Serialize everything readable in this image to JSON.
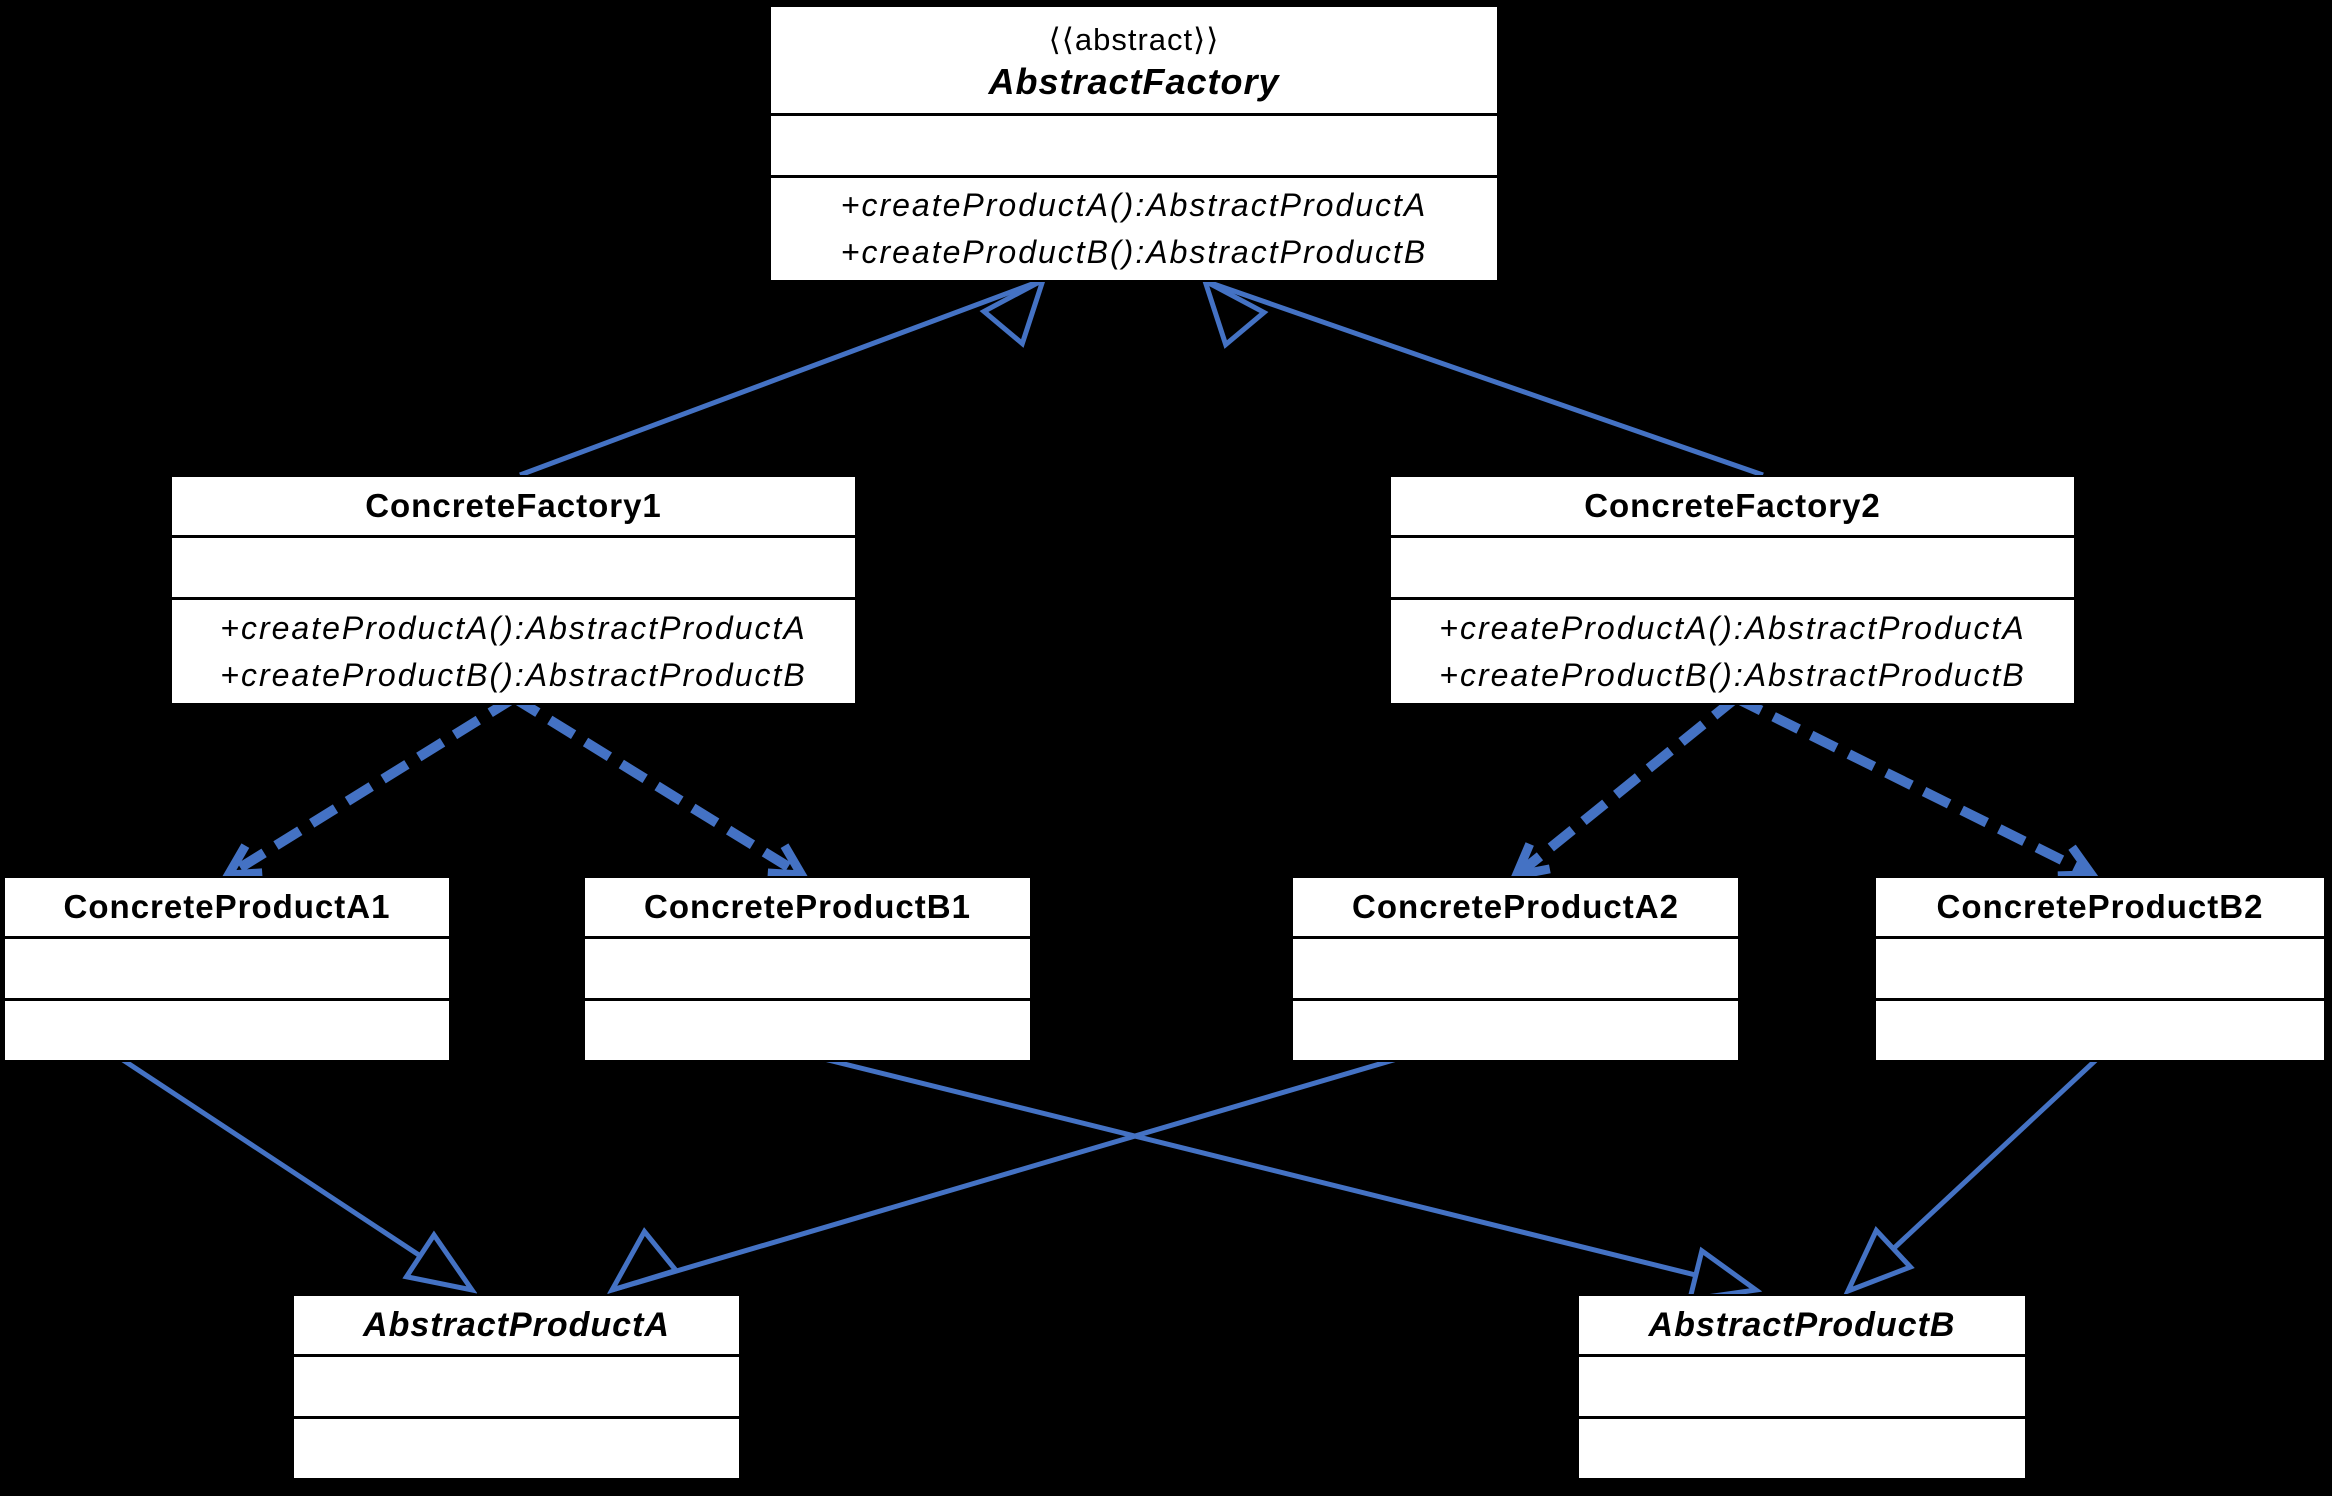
{
  "diagram": {
    "pattern_name": "Abstract Factory",
    "colors": {
      "background": "#000000",
      "arrow": "#4472C4",
      "box_fill": "#FFFFFF",
      "box_border": "#000000",
      "text": "#000000"
    }
  },
  "classes": [
    {
      "key": "abstract-factory",
      "stereotype": "⟨⟨abstract⟩⟩",
      "name": "AbstractFactory",
      "methods": [
        "+createProductA():AbstractProductA",
        "+createProductB():AbstractProductB"
      ]
    },
    {
      "key": "concrete-factory-1",
      "name": "ConcreteFactory1",
      "methods": [
        "+createProductA():AbstractProductA",
        "+createProductB():AbstractProductB"
      ]
    },
    {
      "key": "concrete-factory-2",
      "name": "ConcreteFactory2",
      "methods": [
        "+createProductA():AbstractProductA",
        "+createProductB():AbstractProductB"
      ]
    },
    {
      "key": "concrete-product-a1",
      "name": "ConcreteProductA1",
      "methods": []
    },
    {
      "key": "concrete-product-b1",
      "name": "ConcreteProductB1",
      "methods": []
    },
    {
      "key": "concrete-product-a2",
      "name": "ConcreteProductA2",
      "methods": []
    },
    {
      "key": "concrete-product-b2",
      "name": "ConcreteProductB2",
      "methods": []
    },
    {
      "key": "abstract-product-a",
      "name": "AbstractProductA",
      "methods": []
    },
    {
      "key": "abstract-product-b",
      "name": "AbstractProductB",
      "methods": []
    }
  ],
  "relations": [
    {
      "type": "generalization",
      "from": "ConcreteFactory1",
      "to": "AbstractFactory"
    },
    {
      "type": "generalization",
      "from": "ConcreteFactory2",
      "to": "AbstractFactory"
    },
    {
      "type": "dependency",
      "from": "ConcreteFactory1",
      "to": "ConcreteProductA1"
    },
    {
      "type": "dependency",
      "from": "ConcreteFactory1",
      "to": "ConcreteProductB1"
    },
    {
      "type": "dependency",
      "from": "ConcreteFactory2",
      "to": "ConcreteProductA2"
    },
    {
      "type": "dependency",
      "from": "ConcreteFactory2",
      "to": "ConcreteProductB2"
    },
    {
      "type": "generalization",
      "from": "ConcreteProductA1",
      "to": "AbstractProductA"
    },
    {
      "type": "generalization",
      "from": "ConcreteProductA2",
      "to": "AbstractProductA"
    },
    {
      "type": "generalization",
      "from": "ConcreteProductB1",
      "to": "AbstractProductB"
    },
    {
      "type": "generalization",
      "from": "ConcreteProductB2",
      "to": "AbstractProductB"
    }
  ]
}
